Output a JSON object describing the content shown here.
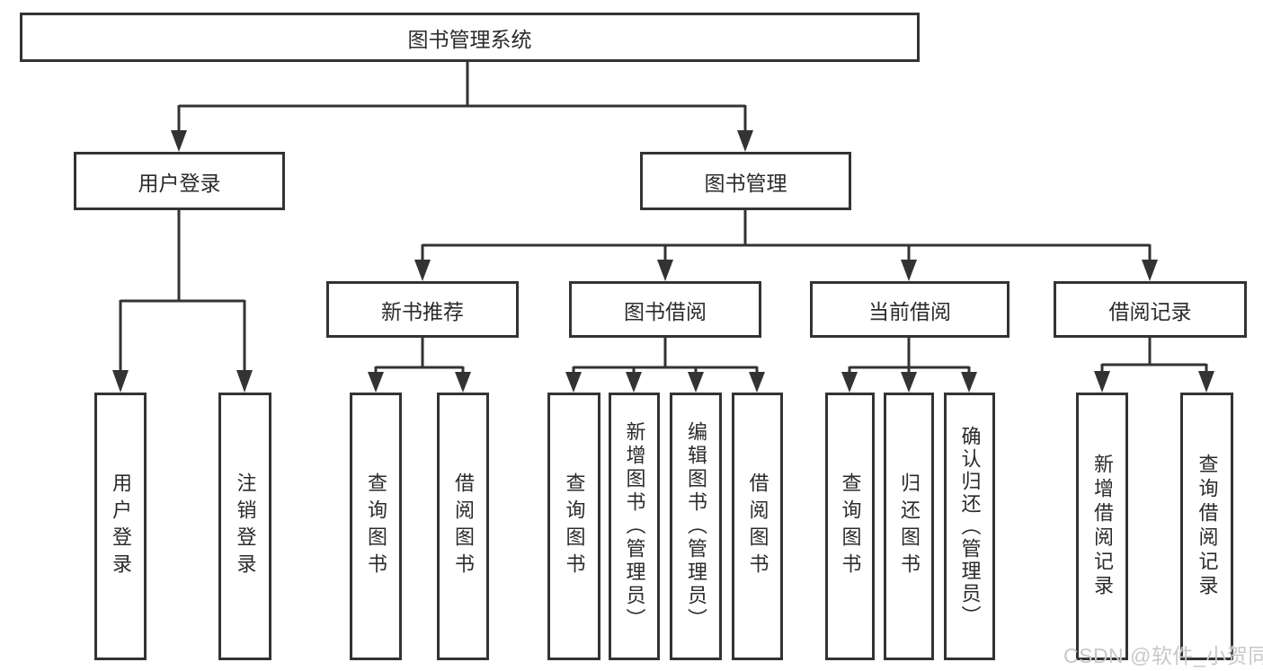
{
  "colors": {
    "line": "#333333",
    "text": "#2b2b2b",
    "box_background": "#ffffff",
    "watermark_text": "#c8c8c8"
  },
  "nodes": {
    "root": "图书管理系统",
    "user_login": "用户登录",
    "book_mgmt": "图书管理",
    "new_books": "新书推荐",
    "book_borrow": "图书借阅",
    "current_borrow": "当前借阅",
    "borrow_records": "借阅记录",
    "ul_login": "用户登录",
    "ul_logout": "注销登录",
    "nb_query": "查询图书",
    "nb_borrow": "借阅图书",
    "bb_query": "查询图书",
    "bb_add": "新增图书（管理员）",
    "bb_edit": "编辑图书（管理员）",
    "bb_borrow": "借阅图书",
    "cb_query": "查询图书",
    "cb_return": "归还图书",
    "cb_confirm": "确认归还（管理员）",
    "br_add": "新增借阅记录",
    "br_query": "查询借阅记录"
  },
  "watermark": "CSDN @软件_小贺同学"
}
